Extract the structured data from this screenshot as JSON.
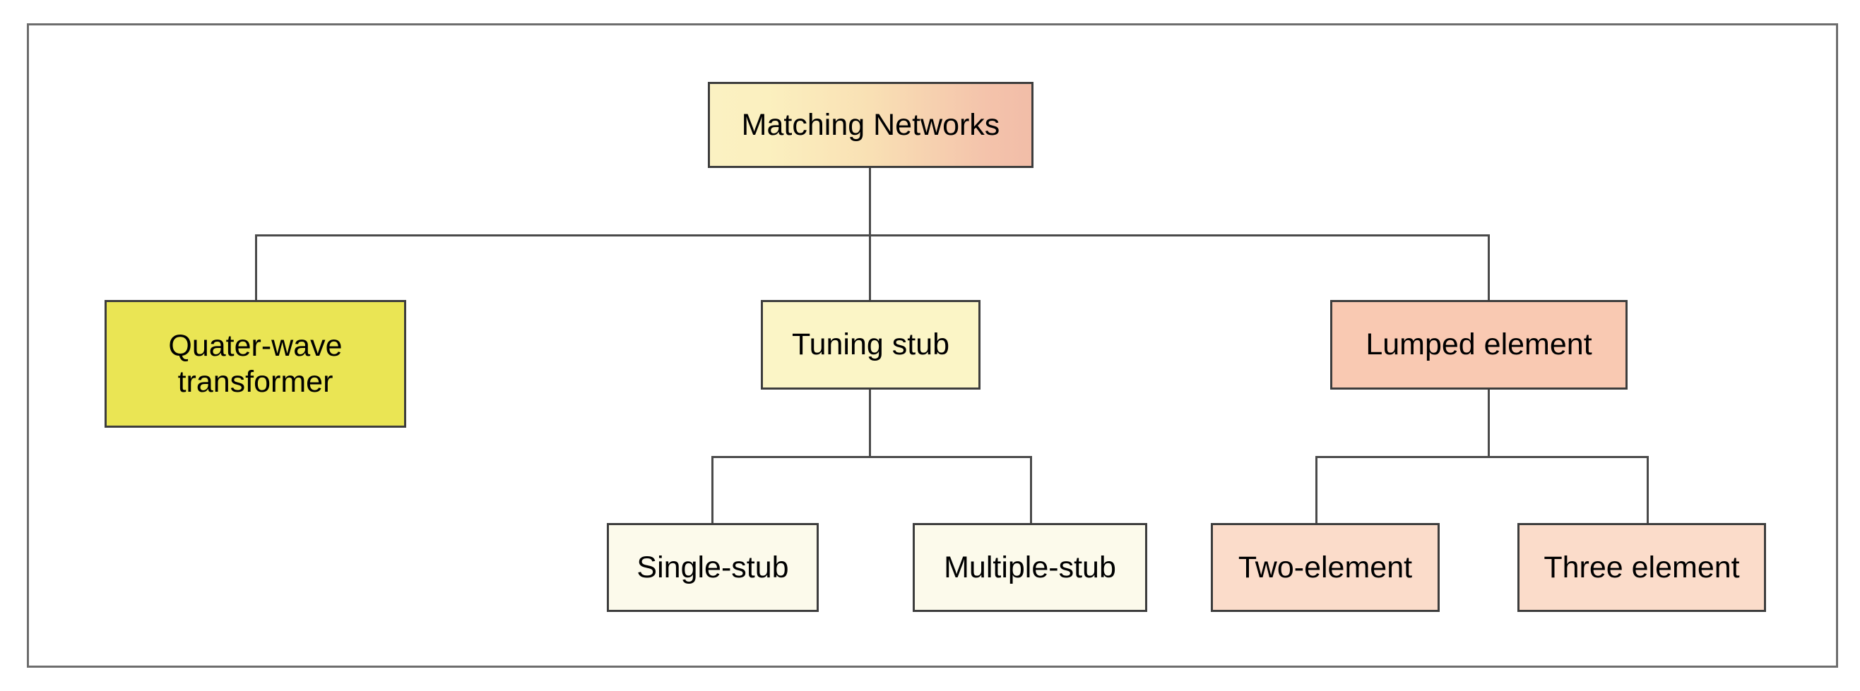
{
  "diagram": {
    "title": "Matching Networks",
    "type": "tree",
    "colors": {
      "frame_border": "#6d6d6d",
      "node_border": "#3d3d3d",
      "connector": "#4a4a4a",
      "root_gradient_start": "#fbf1c2",
      "root_gradient_end": "#f2bda8",
      "yellow": "#eae554",
      "pale_yellow": "#fbf5c6",
      "salmon": "#f9c9b2",
      "ivory": "#fcfaeb",
      "peach": "#fbdcca",
      "text": "#000000",
      "background": "#ffffff"
    },
    "nodes": {
      "root": {
        "label": "Matching Networks",
        "level": 0
      },
      "quarter_wave": {
        "label": "Quater-wave\ntransformer",
        "level": 1
      },
      "tuning_stub": {
        "label": "Tuning stub",
        "level": 1
      },
      "lumped_element": {
        "label": "Lumped element",
        "level": 1
      },
      "single_stub": {
        "label": "Single-stub",
        "level": 2,
        "parent": "tuning_stub"
      },
      "multiple_stub": {
        "label": "Multiple-stub",
        "level": 2,
        "parent": "tuning_stub"
      },
      "two_element": {
        "label": "Two-element",
        "level": 2,
        "parent": "lumped_element"
      },
      "three_element": {
        "label": "Three element",
        "level": 2,
        "parent": "lumped_element"
      }
    }
  }
}
